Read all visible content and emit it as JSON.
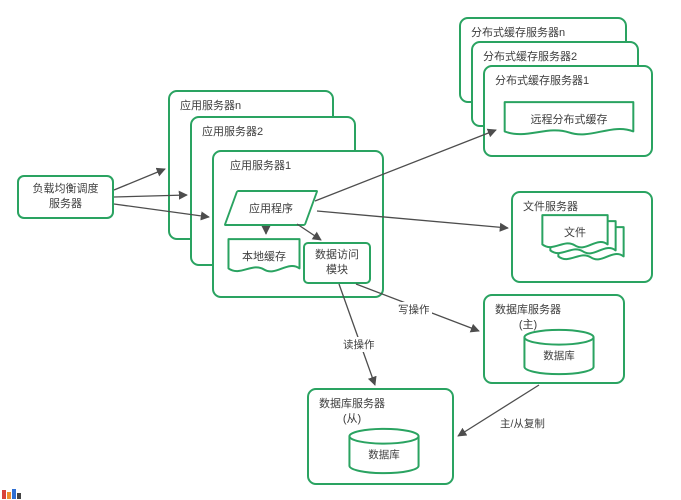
{
  "colors": {
    "accent": "#2aa361",
    "line": "#4d4d4d",
    "text": "#3d3d3d"
  },
  "nodes": {
    "load_balancer": {
      "line1": "负载均衡调度",
      "line2": "服务器"
    },
    "app_server_n": {
      "label": "应用服务器n"
    },
    "app_server_2": {
      "label": "应用服务器2"
    },
    "app_server_1": {
      "label": "应用服务器1"
    },
    "application": {
      "label": "应用程序"
    },
    "local_cache": {
      "label": "本地缓存"
    },
    "data_access_module": {
      "line1": "数据访问",
      "line2": "模块"
    },
    "cache_server_n": {
      "label": "分布式缓存服务器n"
    },
    "cache_server_2": {
      "label": "分布式缓存服务器2"
    },
    "cache_server_1": {
      "label": "分布式缓存服务器1"
    },
    "remote_cache": {
      "label": "远程分布式缓存"
    },
    "file_server": {
      "label": "文件服务器"
    },
    "files": {
      "label": "文件"
    },
    "db_server_master": {
      "line1": "数据库服务器",
      "line2": "(主)"
    },
    "db_master": {
      "label": "数据库"
    },
    "db_server_slave": {
      "line1": "数据库服务器",
      "line2": "(从)"
    },
    "db_slave": {
      "label": "数据库"
    }
  },
  "edge_labels": {
    "write": "写操作",
    "read": "读操作",
    "replication": "主/从复制"
  }
}
